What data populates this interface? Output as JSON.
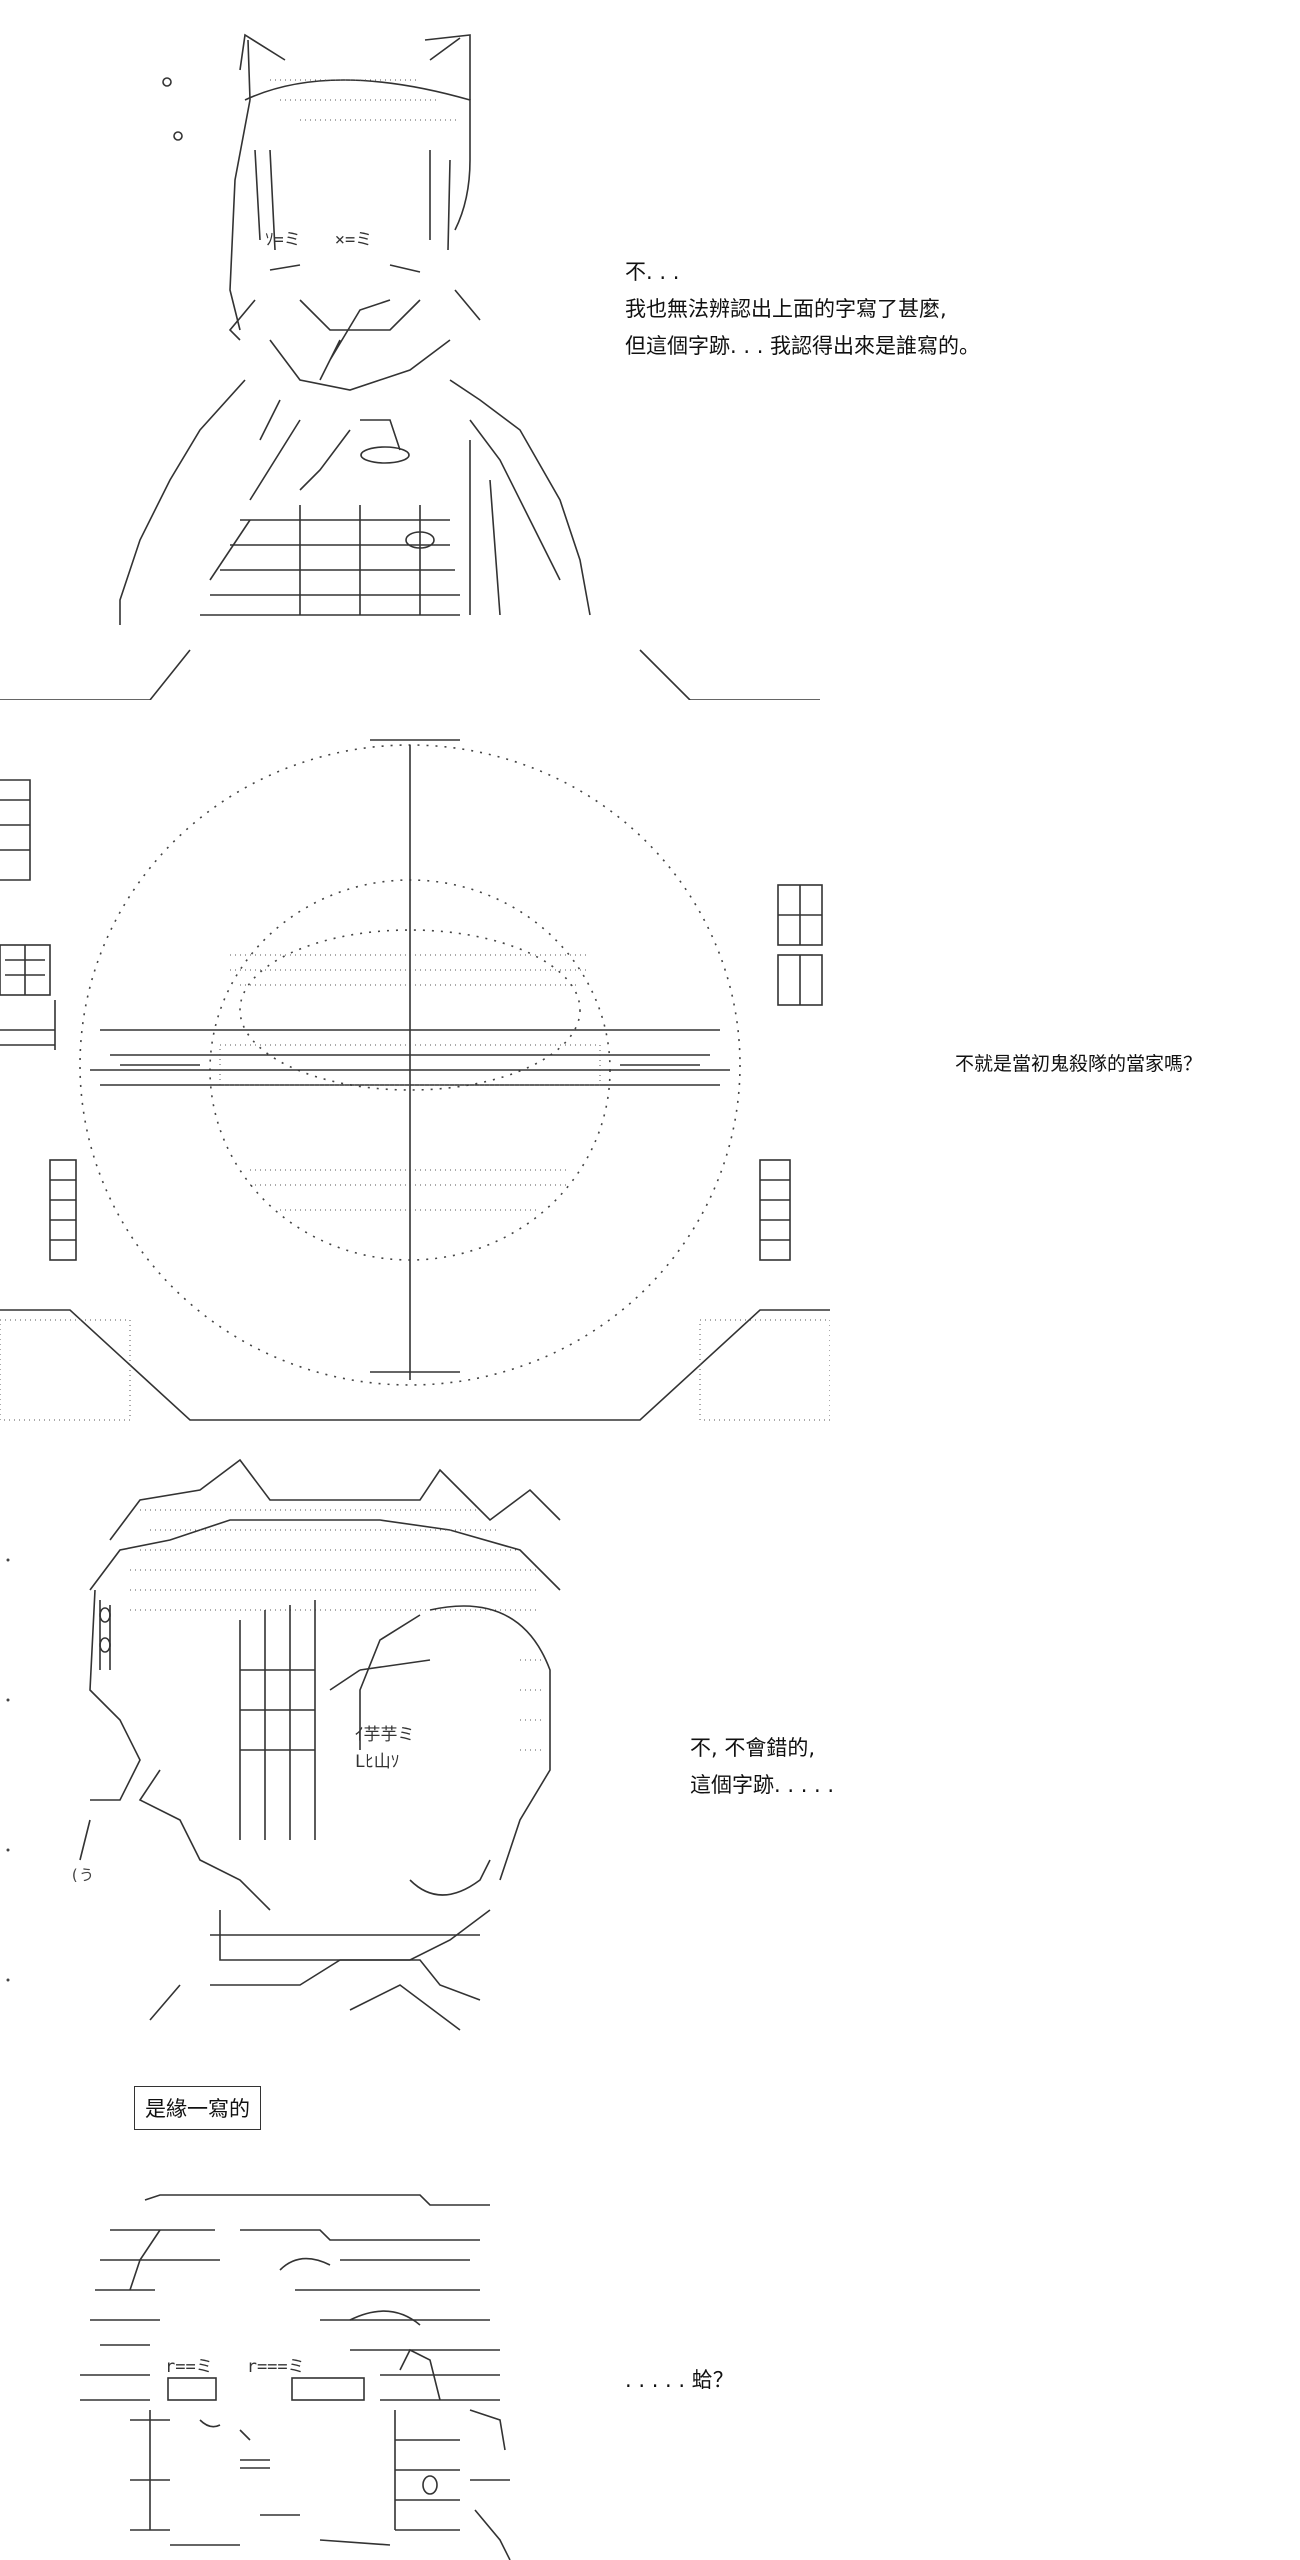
{
  "panels": [
    {
      "id": "p1",
      "lines": [
        "不. . .",
        "我也無法辨認出上面的字寫了甚麼,",
        "但這個字跡. . . 我認得出來是誰寫的。"
      ]
    },
    {
      "id": "p2",
      "lines": [
        "不就是當初鬼殺隊的當家嗎？"
      ]
    },
    {
      "id": "p3",
      "lines": [
        "不, 不會錯的,",
        "這個字跡. . . . ."
      ]
    },
    {
      "id": "p4",
      "boxed": "是緣一寫的"
    },
    {
      "id": "p5",
      "lines": [
        ". . . . . 蛤？"
      ]
    }
  ],
  "art": {
    "p1_face": "ｿ=ミ　　×=ミ",
    "p3_mark": "ｲ芋芋ミ",
    "p3_mark2": "Lﾋ山ｿ",
    "p5_eyes": "r==ミ　　r===ミ"
  }
}
